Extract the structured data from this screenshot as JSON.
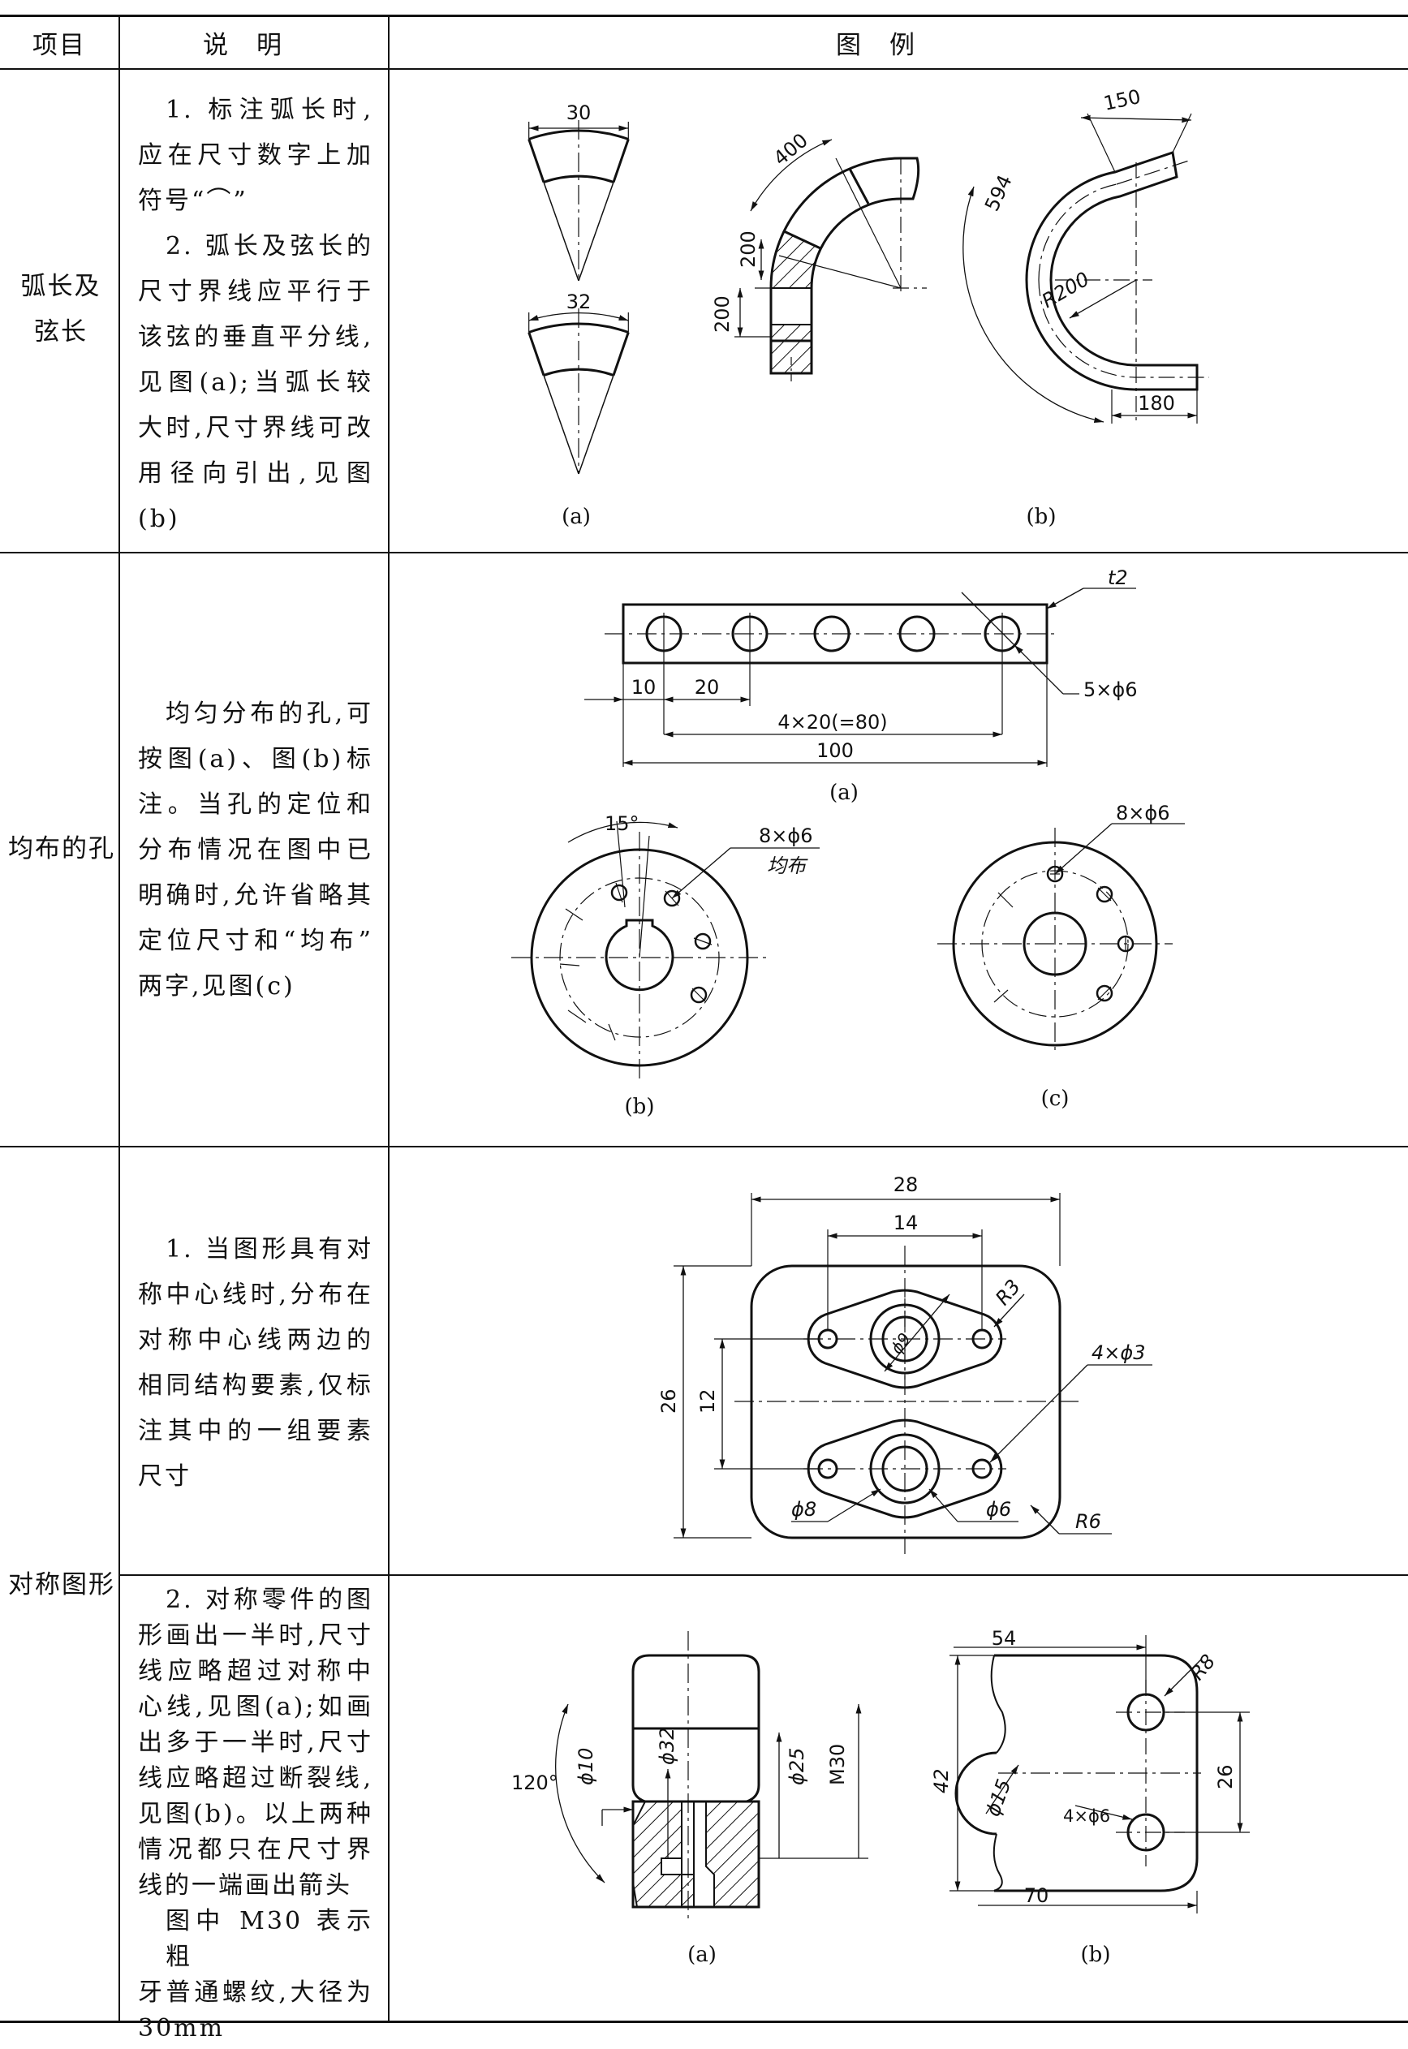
{
  "header": {
    "col_item": "项目",
    "col_desc": "说　明",
    "col_fig": "图　例"
  },
  "rows": [
    {
      "item": [
        "弧长及",
        "弦长"
      ],
      "desc": [
        "1. 标注弧长时,",
        "应在尺寸数字上加",
        "符号“⌒”",
        "2. 弧长及弦长的",
        "尺寸界线应平行于",
        "该弦的垂直平分线,",
        "见图(a);当弧长较",
        "大时,尺寸界线可改",
        "用径向引出,见图",
        "(b)"
      ],
      "fig": {
        "a_top": "30",
        "a_bottom": "32",
        "b1_400": "400",
        "b1_200a": "200",
        "b1_200b": "200",
        "b2_594": "594",
        "b2_150": "150",
        "b2_r200": "R200",
        "b2_180": "180",
        "cap_a": "(a)",
        "cap_b": "(b)"
      }
    },
    {
      "item": [
        "均布的孔"
      ],
      "desc": [
        "均匀分布的孔,可",
        "按图(a)、图(b)标",
        "注。当孔的定位和",
        "分布情况在图中已",
        "明确时,允许省略其",
        "定位尺寸和“均布”",
        "两字,见图(c)"
      ],
      "fig": {
        "t2": "t2",
        "holes": "5×ϕ6",
        "d10": "10",
        "d20": "20",
        "d4x20": "4×20(=80)",
        "d100": "100",
        "cap_a": "(a)",
        "ang15": "15°",
        "b_holes": "8×ϕ6",
        "b_even": "均布",
        "cap_b": "(b)",
        "c_holes": "8×ϕ6",
        "cap_c": "(c)"
      }
    },
    {
      "item": [
        "对称图形"
      ],
      "desc1": [
        "1. 当图形具有对",
        "称中心线时,分布在",
        "对称中心线两边的",
        "相同结构要素,仅标",
        "注其中的一组要素",
        "尺寸"
      ],
      "desc2": [
        "2. 对称零件的图",
        "形画出一半时,尺寸",
        "线应略超过对称中",
        "心线,见图(a);如画",
        "出多于一半时,尺寸",
        "线应略超过断裂线,",
        "见图(b)。以上两种",
        "情况都只在尺寸界",
        "线的一端画出箭头",
        "图中 M30 表示粗",
        "牙普通螺纹,大径为",
        "30mm"
      ],
      "fig1": {
        "d28": "28",
        "d14": "14",
        "r3": "R3",
        "phi9": "ϕ9",
        "holes": "4×ϕ3",
        "d26": "26",
        "d12": "12",
        "phi8": "ϕ8",
        "phi6": "ϕ6",
        "r6": "R6"
      },
      "fig2": {
        "a120": "120°",
        "phi10": "ϕ10",
        "phi32": "ϕ32",
        "phi25": "ϕ25",
        "m30": "M30",
        "cap_a": "(a)",
        "d54": "54",
        "r8": "R8",
        "d42": "42",
        "phi15": "ϕ15",
        "holes": "4×ϕ6",
        "d26": "26",
        "d70": "70",
        "cap_b": "(b)"
      }
    }
  ]
}
